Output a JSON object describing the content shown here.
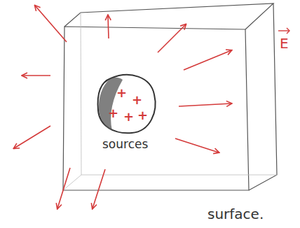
{
  "diagram": {
    "nodes": [
      {
        "text": [
          "surface."
        ]
      },
      {
        "text": [
          "sources"
        ],
        "in": 0
      }
    ],
    "labels": [
      "+",
      "+",
      "+",
      "+",
      "+",
      "E"
    ]
  }
}
